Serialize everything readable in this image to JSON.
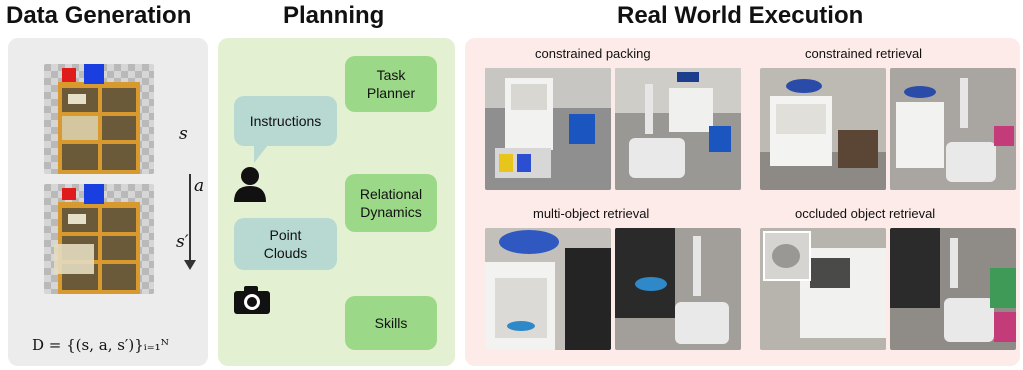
{
  "titles": {
    "data_generation": "Data Generation",
    "planning": "Planning",
    "execution": "Real World Execution"
  },
  "data_generation": {
    "state": "s",
    "action": "a",
    "next_state": "s′",
    "formula": "D = {(s, a, s′)}ᵢ₌₁ᴺ"
  },
  "planning": {
    "instructions": "Instructions",
    "point_clouds": "Point\nClouds",
    "task_planner": "Task\nPlanner",
    "relational_dynamics": "Relational\nDynamics",
    "skills": "Skills",
    "person_icon": "person-icon",
    "camera_icon": "camera-icon"
  },
  "execution": {
    "tasks": [
      "constrained packing",
      "constrained retrieval",
      "multi-object retrieval",
      "occluded object retrieval"
    ]
  },
  "colors": {
    "gray_panel": "#ececec",
    "green_panel": "#e3f1d2",
    "pink_panel": "#fdebe9",
    "green_box": "#9bd887",
    "teal_box": "#b8d9d2"
  }
}
